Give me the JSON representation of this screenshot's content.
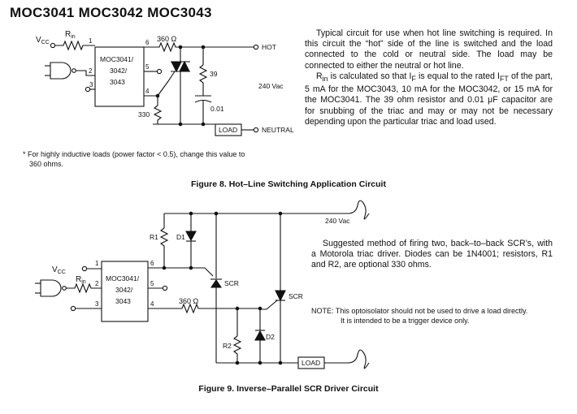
{
  "title": "MOC3041 MOC3042 MOC3043",
  "fig8": {
    "chip": [
      "MOC3041/",
      "3042/",
      "3043"
    ],
    "pins": [
      "1",
      "2",
      "3",
      "4",
      "5",
      "6"
    ],
    "vcc_main": "V",
    "vcc_sub": "CC",
    "rin_main": "R",
    "rin_sub": "in",
    "r360": "360 Ω",
    "r39": "39",
    "c001": "0.01",
    "r330": "330",
    "hot": "HOT",
    "vac": "240 Vac",
    "load": "LOAD",
    "neutral": "NEUTRAL",
    "caption": "Figure 8. Hot–Line Switching Application Circuit"
  },
  "desc1": {
    "p1": "Typical circuit for use when hot line switching is required. In this circuit the “hot” side of the line is switched and the load connected to the cold or neutral side. The load may be connected to either the neutral or hot line.",
    "p2_a": "R",
    "p2_a_sub": "in",
    "p2_b": " is calculated so that I",
    "p2_b_sub": "F",
    "p2_c": " is equal to the rated I",
    "p2_c_sub": "FT",
    "p2_d": " of the part, 5 mA for the MOC3043, 10 mA for the MOC3042, or 15 mA for the MOC3041. The 39 ohm resistor and 0.01 μF capacitor are for snubbing of the triac and may or may not be necessary depending upon the particular triac and load used."
  },
  "footnote": {
    "line1": "* For highly inductive loads (power factor < 0.5), change this value to",
    "line2": "360 ohms."
  },
  "fig9": {
    "chip": [
      "MOC3041/",
      "3042/",
      "3043"
    ],
    "pins": [
      "1",
      "2",
      "3",
      "4",
      "5",
      "6"
    ],
    "vcc_main": "V",
    "vcc_sub": "CC",
    "rin_main": "R",
    "rin_sub": "in",
    "r1": "R1",
    "d1": "D1",
    "r2": "R2",
    "d2": "D2",
    "scr": "SCR",
    "r360": "360 Ω",
    "vac": "240 Vac",
    "load": "LOAD",
    "caption": "Figure 9. Inverse–Parallel SCR Driver Circuit"
  },
  "desc2": {
    "p1": "Suggested method of firing two, back–to–back SCR’s, with a Motorola triac driver. Diodes can be 1N4001; resistors, R1 and R2, are optional 330 ohms."
  },
  "note": {
    "line1": "NOTE: This optoisolator should not be used to drive a load directly.",
    "line2": "It is intended to be a trigger device only."
  }
}
